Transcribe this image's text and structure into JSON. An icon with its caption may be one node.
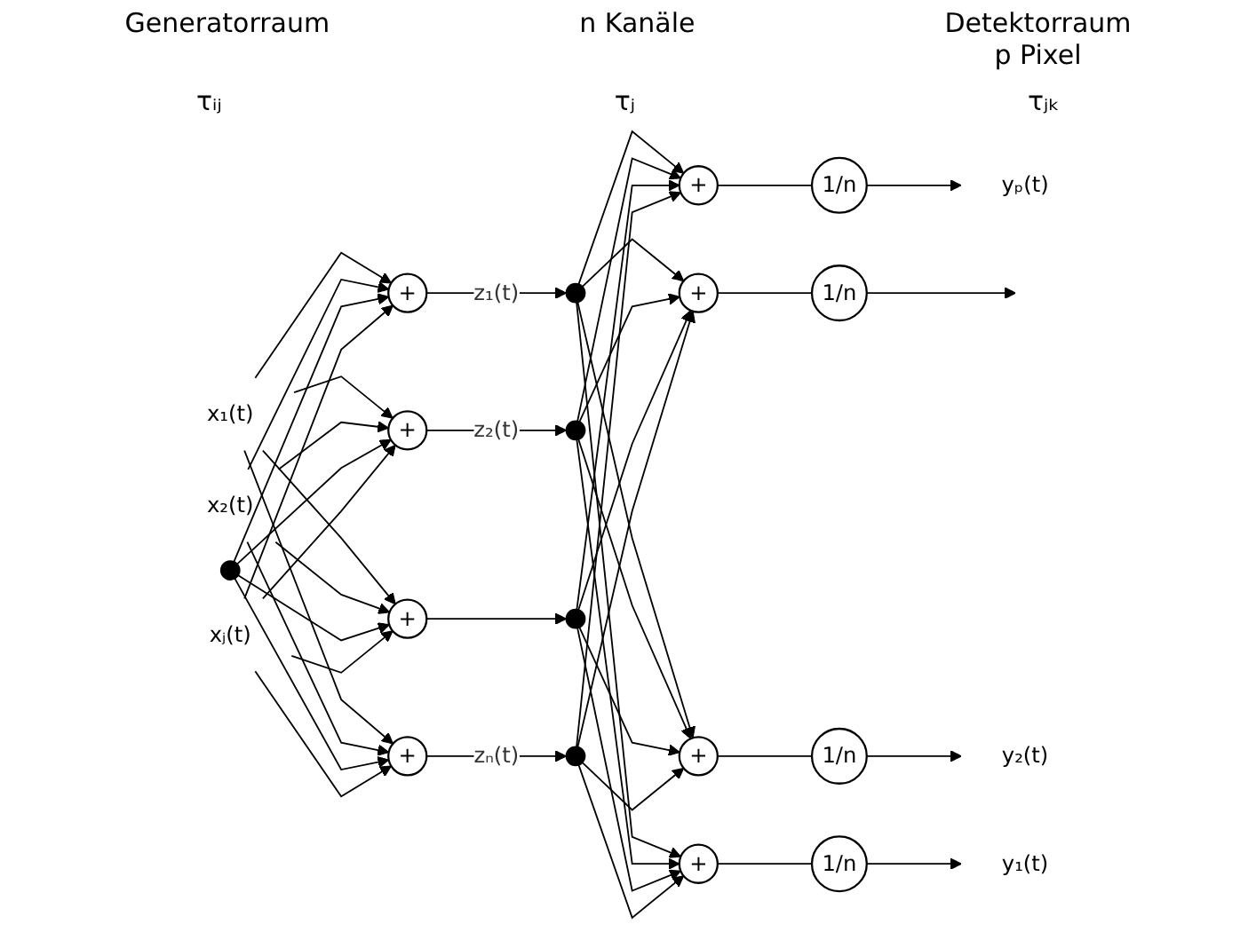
{
  "diagram": {
    "nodes": [
      {
        "text": [
          "x₁(t)"
        ]
      },
      {
        "text": [
          "x₂(t)"
        ]
      },
      {
        "text": [],
        "shape": "circle"
      },
      {
        "text": [
          "xⱼ(t)"
        ]
      },
      {
        "text": [
          "+"
        ]
      },
      {
        "text": [
          "+"
        ]
      },
      {
        "text": [
          "+"
        ]
      },
      {
        "text": [
          "+"
        ]
      },
      {
        "text": [],
        "shape": "circle"
      },
      {
        "text": [],
        "shape": "circle"
      },
      {
        "text": [],
        "shape": "circle"
      },
      {
        "text": [],
        "shape": "circle"
      },
      {
        "text": [
          "+"
        ]
      },
      {
        "text": [
          "+"
        ]
      },
      {
        "text": [
          "+"
        ]
      },
      {
        "text": [
          "+"
        ]
      },
      {
        "text": [
          "1/n"
        ]
      },
      {
        "text": [
          "1/n"
        ]
      },
      {
        "text": [
          "1/n"
        ]
      },
      {
        "text": [
          "1/n"
        ]
      },
      {
        "text": [
          "yₚ(t)"
        ]
      },
      {
        "text": [
          "y₂(t)"
        ]
      },
      {
        "text": [
          "y₁(t)"
        ]
      }
    ],
    "edges": [
      {
        "from": 0,
        "to": 4,
        "arrow": "to"
      },
      {
        "from": 0,
        "to": 5,
        "arrow": "to"
      },
      {
        "from": 0,
        "to": 6,
        "arrow": "to"
      },
      {
        "from": 0,
        "to": 7,
        "arrow": "to"
      },
      {
        "from": 1,
        "to": 4,
        "arrow": "to"
      },
      {
        "from": 1,
        "to": 5,
        "arrow": "to"
      },
      {
        "from": 1,
        "to": 6,
        "arrow": "to"
      },
      {
        "from": 1,
        "to": 7,
        "arrow": "to"
      },
      {
        "from": 2,
        "to": 4,
        "arrow": "to"
      },
      {
        "from": 2,
        "to": 5,
        "arrow": "to"
      },
      {
        "from": 2,
        "to": 6,
        "arrow": "to"
      },
      {
        "from": 2,
        "to": 7,
        "arrow": "to"
      },
      {
        "from": 3,
        "to": 4,
        "arrow": "to"
      },
      {
        "from": 3,
        "to": 5,
        "arrow": "to"
      },
      {
        "from": 3,
        "to": 6,
        "arrow": "to"
      },
      {
        "from": 3,
        "to": 7,
        "arrow": "to"
      },
      {
        "from": 4,
        "to": 8,
        "arrow": "to",
        "label": "z₁(t)"
      },
      {
        "from": 5,
        "to": 9,
        "arrow": "to",
        "label": "z₂(t)"
      },
      {
        "from": 6,
        "to": 10,
        "arrow": "to"
      },
      {
        "from": 7,
        "to": 11,
        "arrow": "to",
        "label": "zₙ(t)"
      },
      {
        "from": 8,
        "to": 12,
        "arrow": "to"
      },
      {
        "from": 8,
        "to": 13,
        "arrow": "to"
      },
      {
        "from": 8,
        "to": 14,
        "arrow": "to"
      },
      {
        "from": 8,
        "to": 15,
        "arrow": "to"
      },
      {
        "from": 9,
        "to": 12,
        "arrow": "to"
      },
      {
        "from": 9,
        "to": 13,
        "arrow": "to"
      },
      {
        "from": 9,
        "to": 14,
        "arrow": "to"
      },
      {
        "from": 9,
        "to": 15,
        "arrow": "to"
      },
      {
        "from": 10,
        "to": 12,
        "arrow": "to"
      },
      {
        "from": 10,
        "to": 13,
        "arrow": "to"
      },
      {
        "from": 10,
        "to": 14,
        "arrow": "to"
      },
      {
        "from": 10,
        "to": 15,
        "arrow": "to"
      },
      {
        "from": 11,
        "to": 12,
        "arrow": "to"
      },
      {
        "from": 11,
        "to": 13,
        "arrow": "to"
      },
      {
        "from": 11,
        "to": 14,
        "arrow": "to"
      },
      {
        "from": 11,
        "to": 15,
        "arrow": "to"
      },
      {
        "from": 12,
        "to": 16,
        "arrow": "none"
      },
      {
        "from": 13,
        "to": 17,
        "arrow": "none"
      },
      {
        "from": 14,
        "to": 18,
        "arrow": "none"
      },
      {
        "from": 15,
        "to": 19,
        "arrow": "none"
      },
      {
        "from": 16,
        "to": 20,
        "arrow": "to"
      },
      {
        "from": 17,
        "to": null,
        "arrow": "to"
      },
      {
        "from": 18,
        "to": 21,
        "arrow": "to"
      },
      {
        "from": 19,
        "to": 22,
        "arrow": "to"
      }
    ],
    "labels": [
      "Generatorraum",
      "n Kanäle",
      "Detektorraum",
      "p Pixel",
      "τᵢⱼ",
      "τⱼ",
      "τⱼₖ"
    ]
  }
}
